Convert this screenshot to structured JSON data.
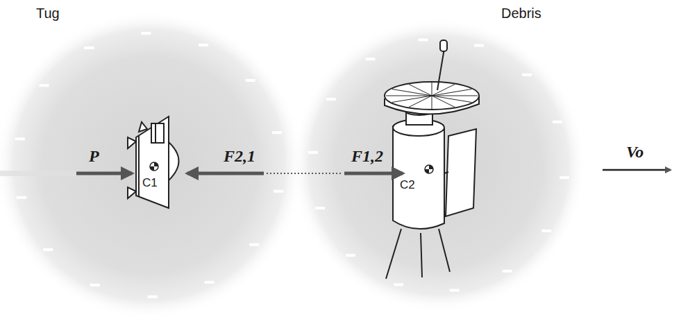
{
  "diagram": {
    "nodes": [
      {
        "text": [
          "Tug",
          "C1"
        ]
      },
      {
        "text": [
          "Debris",
          "C2"
        ]
      }
    ],
    "labels": [
      "P",
      "F2,1",
      "F1,2",
      "Vo"
    ]
  }
}
